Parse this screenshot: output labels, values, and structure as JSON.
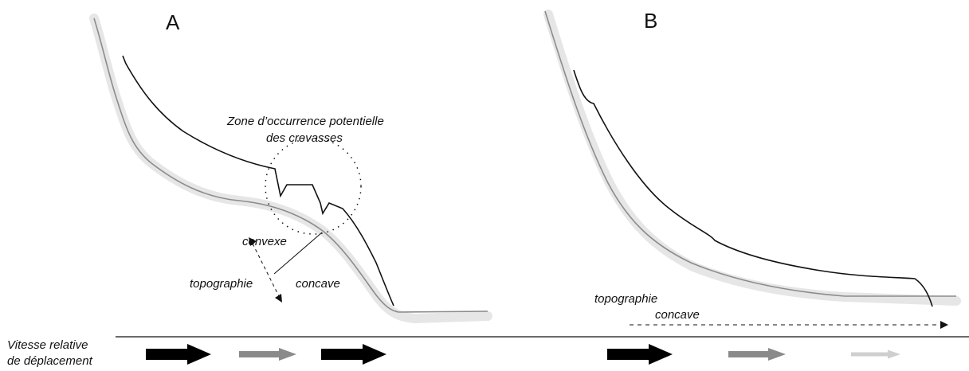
{
  "panels": [
    {
      "letter": "A"
    },
    {
      "letter": "B"
    }
  ],
  "annotations": {
    "zone_line1": "Zone d’occurrence potentielle",
    "zone_line2": "des crevasses",
    "convexe": "convexe",
    "topographie_a": "topographie",
    "concave_a": "concave",
    "topographie_b": "topographie",
    "concave_b": "concave"
  },
  "legend": {
    "line1": "Vitesse relative",
    "line2": "de déplacement"
  },
  "velocity_arrows": {
    "A": [
      {
        "level": "fast",
        "color": "#000000"
      },
      {
        "level": "medium",
        "color": "#8a8a8a"
      },
      {
        "level": "fast",
        "color": "#000000"
      }
    ],
    "B": [
      {
        "level": "fast",
        "color": "#000000"
      },
      {
        "level": "medium",
        "color": "#8a8a8a"
      },
      {
        "level": "slow",
        "color": "#cfcfcf"
      }
    ]
  },
  "colors": {
    "bedrock_shadow": "#e6e6e6",
    "bedrock_line": "#8c8c8c",
    "ice_line": "#111111"
  }
}
